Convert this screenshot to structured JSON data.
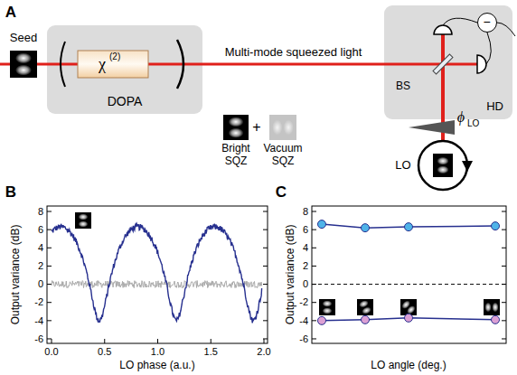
{
  "diagram": {
    "nodes": [
      {
        "text": [
          "DOPA"
        ]
      },
      {
        "text": [
          "HD"
        ]
      },
      {
        "text": [
          "−"
        ],
        "in": 1
      }
    ],
    "edges": [
      {
        "from": 0,
        "to": 1,
        "arrow": "none",
        "label": "Multi-mode squeezed light"
      }
    ],
    "labels": [
      "A",
      "Seed",
      "χ",
      "(2)",
      "Bright SQZ",
      "+",
      "Vacuum SQZ",
      "BS",
      "ϕ",
      "LO",
      "LO",
      "B",
      "C",
      "Output variance (dB)",
      "LO phase (a.u.)",
      "8",
      "6",
      "4",
      "2",
      "0",
      "-2",
      "-4",
      "-6",
      "0.0",
      "0.5",
      "1.0",
      "1.5",
      "2.0",
      "Output variance (dB)",
      "LO angle (deg.)",
      "8",
      "6",
      "4",
      "2",
      "0",
      "-2",
      "-4",
      "-6"
    ]
  }
}
